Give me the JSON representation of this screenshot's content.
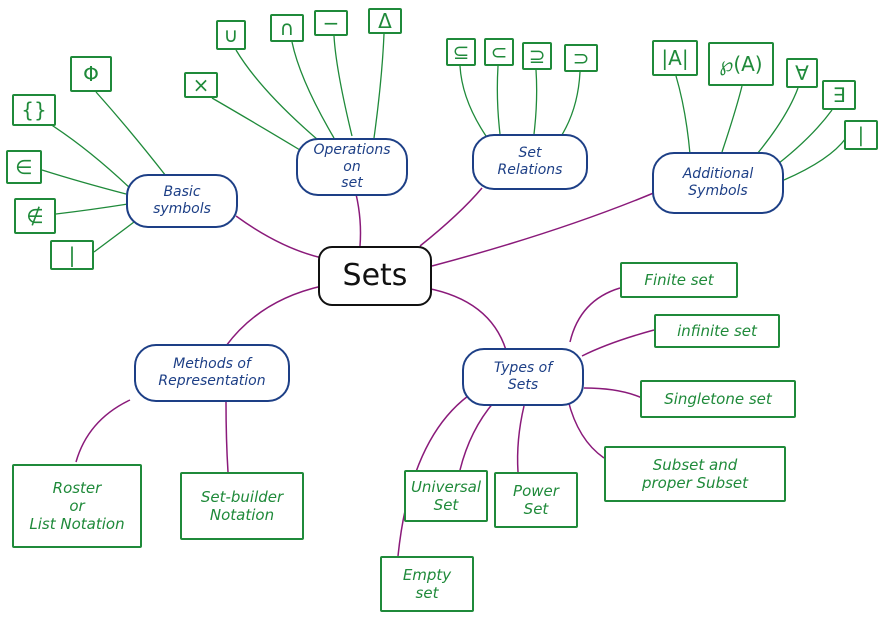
{
  "colors": {
    "center": "#111111",
    "hub": "#1d3f86",
    "leaf": "#1f8a3a",
    "connector": "#8a1a7a",
    "branch": "#1f8a3a"
  },
  "center": {
    "label": "Sets"
  },
  "hubs": {
    "basic": {
      "label": "Basic\nsymbols"
    },
    "operations": {
      "label": "Operations\non\nset"
    },
    "relations": {
      "label": "Set\nRelations"
    },
    "additional": {
      "label": "Additional\nSymbols"
    },
    "methods": {
      "label": "Methods of\nRepresentation"
    },
    "types": {
      "label": "Types of\nSets"
    }
  },
  "basic_symbols": [
    "{}",
    "Φ",
    "∈",
    "∉",
    "|"
  ],
  "operation_symbols": [
    "×",
    "∪",
    "∩",
    "−",
    "Δ"
  ],
  "relation_symbols": [
    "⊆",
    "⊂",
    "⊇",
    "⊃"
  ],
  "additional_symbols": [
    "|A|",
    "℘(A)",
    "∀",
    "∃",
    "∣"
  ],
  "methods": [
    "Roster\nor\nList Notation",
    "Set-builder\nNotation"
  ],
  "types": [
    "Finite set",
    "infinite set",
    "Singletone set",
    "Subset and\nproper Subset",
    "Power\nSet",
    "Universal\nSet",
    "Empty\nset"
  ]
}
